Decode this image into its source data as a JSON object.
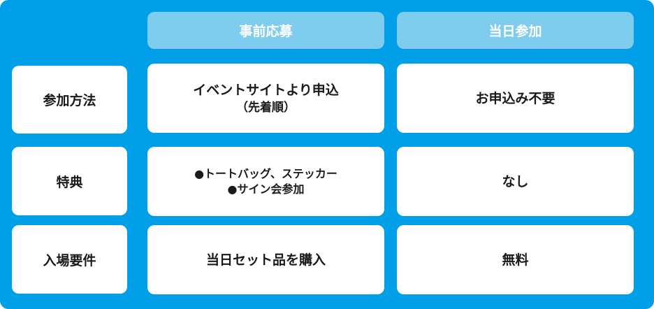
{
  "columns": {
    "pre": "事前応募",
    "day": "当日参加"
  },
  "rows": {
    "method": {
      "label": "参加方法",
      "pre_line1": "イベントサイトより申込",
      "pre_line2": "（先着順）",
      "day": "お申込み不要"
    },
    "bonus": {
      "label": "特典",
      "pre_line1": "●トートバッグ、ステッカー",
      "pre_line2": "●サイン会参加",
      "day": "なし"
    },
    "entry": {
      "label": "入場要件",
      "pre": "当日セット品を購入",
      "day": "無料"
    }
  }
}
